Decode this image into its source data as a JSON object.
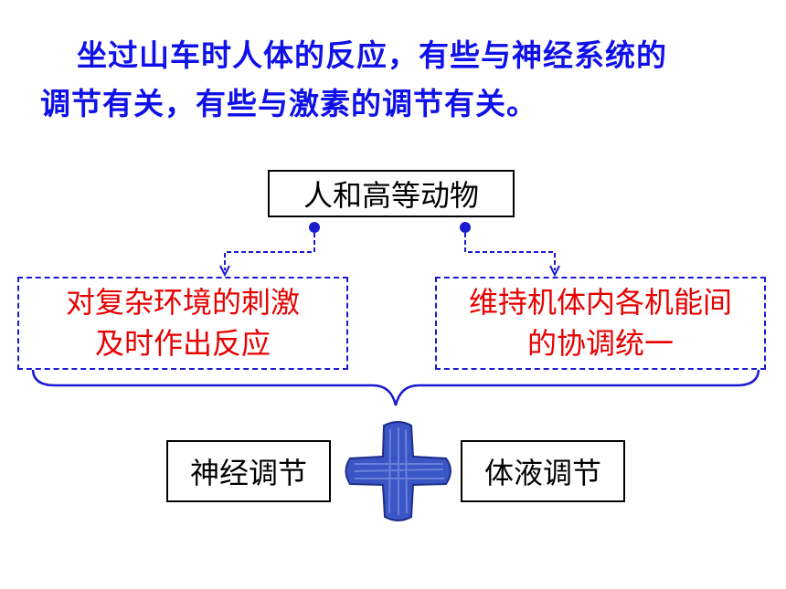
{
  "intro": {
    "line1": "坐过山车时人体的反应，有些与神经系统的",
    "line2": "调节有关，有些与激素的调节有关。"
  },
  "diagram": {
    "root": "人和高等动物",
    "left_function": [
      "对复杂环境的刺激",
      "及时作出反应"
    ],
    "right_function": [
      "维持机体内各机能间",
      "的协调统一"
    ],
    "bottom_left": "神经调节",
    "bottom_right": "体液调节",
    "plus_icon": "plus-icon"
  },
  "colors": {
    "intro_text": "#1010e8",
    "function_text": "#e60000",
    "dashed_border": "#1a1ad0",
    "plus_fill": "#3a55c4"
  }
}
